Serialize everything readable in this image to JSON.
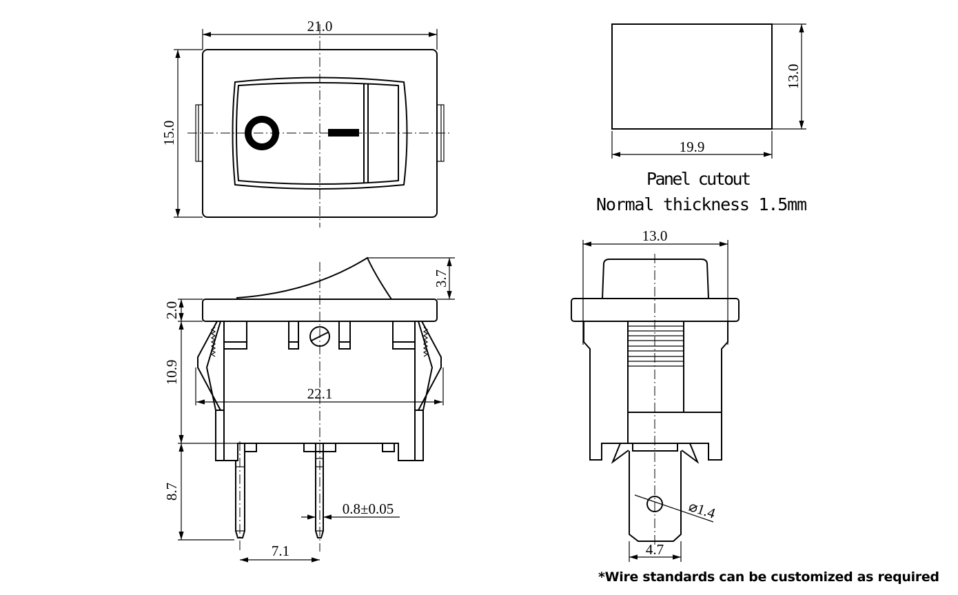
{
  "top_view": {
    "width_dim": "21.0",
    "height_dim": "15.0"
  },
  "panel_cutout": {
    "height_dim": "13.0",
    "width_dim": "19.9",
    "title": "Panel cutout",
    "thickness_note": "Normal thickness 1.5mm"
  },
  "side_view": {
    "rocker_dim": "3.7",
    "flange_dim": "2.0",
    "body_dim": "10.9",
    "span_dim": "22.1",
    "pin_length_dim": "8.7",
    "pin_width_dim": "0.8±0.05",
    "pin_pitch_dim": "7.1"
  },
  "front_view": {
    "width_dim": "13.0",
    "hole_dim": "⌀1.4",
    "terminal_width_dim": "4.7"
  },
  "footer_note": "*Wire standards can be customized as required"
}
